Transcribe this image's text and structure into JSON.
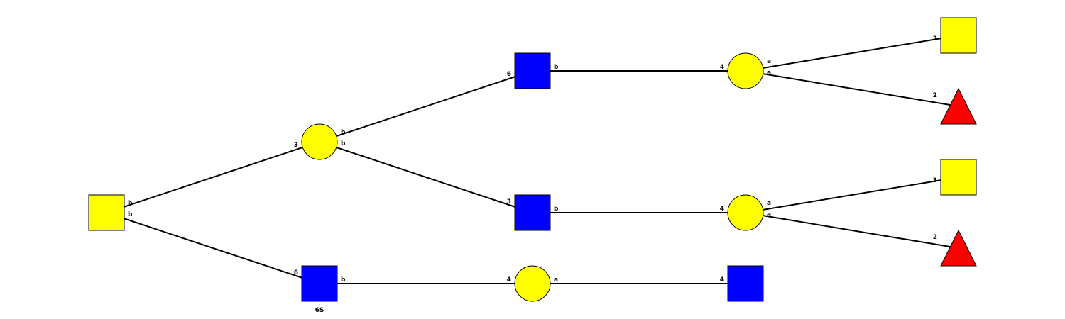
{
  "colors": {
    "galactose": "#ffff00",
    "glcnac": "#0000ff",
    "fucose": "#ff0000",
    "line": "#000000",
    "background": "#ffffff"
  },
  "nodes": [
    {
      "id": "n0",
      "name": "root-yellow-square",
      "shape": "square",
      "color": "galactose"
    },
    {
      "id": "n1",
      "name": "yellow-circle-branch",
      "shape": "circle",
      "color": "galactose"
    },
    {
      "id": "n2",
      "name": "blue-square-6s",
      "shape": "square",
      "color": "glcnac",
      "note": "6S"
    },
    {
      "id": "n3",
      "name": "blue-square-upper",
      "shape": "square",
      "color": "glcnac"
    },
    {
      "id": "n4",
      "name": "blue-square-middle",
      "shape": "square",
      "color": "glcnac"
    },
    {
      "id": "n5",
      "name": "yellow-circle-bottom",
      "shape": "circle",
      "color": "galactose"
    },
    {
      "id": "n6",
      "name": "blue-square-terminal",
      "shape": "square",
      "color": "glcnac"
    },
    {
      "id": "n7",
      "name": "yellow-circle-upper",
      "shape": "circle",
      "color": "galactose"
    },
    {
      "id": "n8",
      "name": "yellow-circle-middle",
      "shape": "circle",
      "color": "galactose"
    },
    {
      "id": "n9",
      "name": "yellow-square-top",
      "shape": "square",
      "color": "galactose"
    },
    {
      "id": "n10",
      "name": "red-triangle-upper",
      "shape": "triangle",
      "color": "fucose"
    },
    {
      "id": "n11",
      "name": "yellow-square-lower",
      "shape": "square",
      "color": "galactose"
    },
    {
      "id": "n12",
      "name": "red-triangle-lower",
      "shape": "triangle",
      "color": "fucose"
    }
  ],
  "edges": [
    {
      "from": "n0",
      "to": "n1",
      "anomer": "b",
      "position": "3"
    },
    {
      "from": "n0",
      "to": "n2",
      "anomer": "b",
      "position": "6"
    },
    {
      "from": "n1",
      "to": "n3",
      "anomer": "b",
      "position": "6"
    },
    {
      "from": "n1",
      "to": "n4",
      "anomer": "b",
      "position": "3"
    },
    {
      "from": "n2",
      "to": "n5",
      "anomer": "b",
      "position": "4"
    },
    {
      "from": "n5",
      "to": "n6",
      "anomer": "a",
      "position": "4"
    },
    {
      "from": "n3",
      "to": "n7",
      "anomer": "b",
      "position": "4"
    },
    {
      "from": "n4",
      "to": "n8",
      "anomer": "b",
      "position": "4"
    },
    {
      "from": "n7",
      "to": "n9",
      "anomer": "a",
      "position": "3"
    },
    {
      "from": "n7",
      "to": "n10",
      "anomer": "a",
      "position": "2"
    },
    {
      "from": "n8",
      "to": "n11",
      "anomer": "a",
      "position": "3"
    },
    {
      "from": "n8",
      "to": "n12",
      "anomer": "a",
      "position": "2"
    }
  ]
}
